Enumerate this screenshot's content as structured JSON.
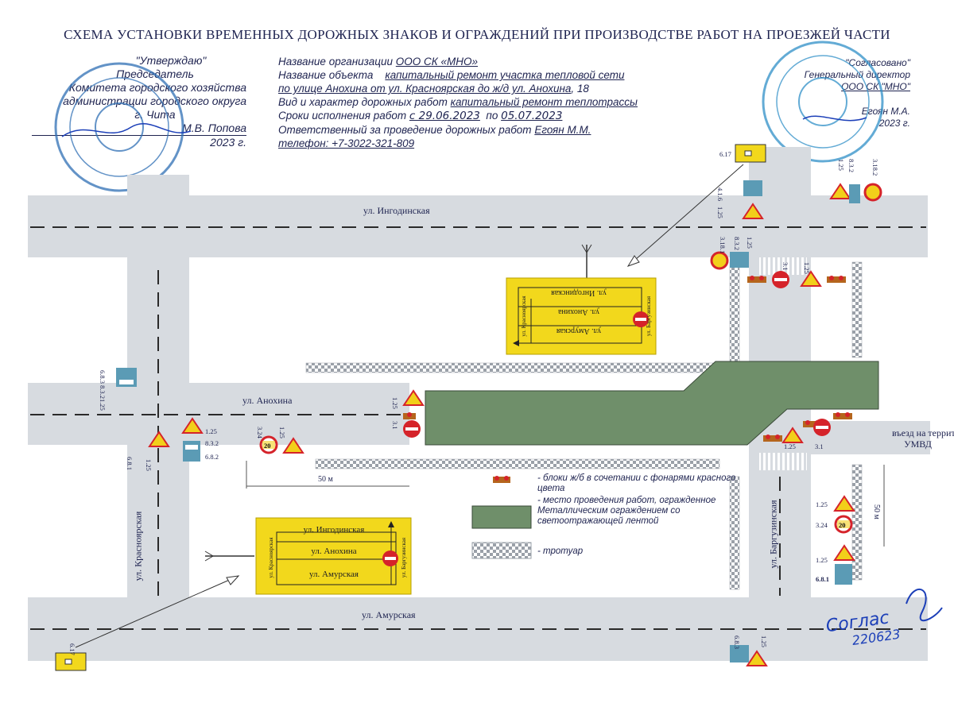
{
  "title": "СХЕМА УСТАНОВКИ ВРЕМЕННЫХ ДОРОЖНЫХ ЗНАКОВ И ОГРАЖДЕНИЙ ПРИ ПРОИЗВОДСТВЕ РАБОТ НА ПРОЕЗЖЕЙ ЧАСТИ",
  "approval": {
    "heading": "\"Утверждаю\"",
    "line1": "Председатель",
    "line2": "Комитета городского хозяйства",
    "line3": "администрации городского округа",
    "line4": "г. Чита",
    "signer": "М.В. Попова",
    "year": "2023 г."
  },
  "agreement": {
    "heading": "\"Согласовано\"",
    "line1": "Генеральный директор",
    "line2": "ООО СК \"МНО\"",
    "signer": "Егоян М.А.",
    "year": "2023 г."
  },
  "info": {
    "org_label": "Название организации",
    "org_value": "ООО СК «МНО»",
    "object_label": "Название объекта",
    "object_value": "капитальный ремонт участка тепловой сети",
    "object_value2": "по улице Анохина от ул. Красноярская до ж/д ул. Анохина",
    "object_value2_tail": ", 18",
    "work_label": "Вид и характер дорожных работ",
    "work_value": "капитальный ремонт теплотрассы",
    "dates_label": "Сроки исполнения работ",
    "date_from": "с 29.06.2023",
    "date_to_label": "по",
    "date_to": "05.07.2023",
    "resp_label": "Ответственный за проведение дорожных работ",
    "resp_value": "Егоян М.М.",
    "phone": "телефон: +7-3022-321-809"
  },
  "streets": {
    "ingodinskaya": "ул. Ингодинская",
    "anokhina": "ул. Анохина",
    "amurskaya": "ул. Амурская",
    "krasnoyarskaya": "ул. Красноярская",
    "barguzinskaya": "ул. Баргузинская"
  },
  "entry": {
    "line1": "въезд на территор",
    "line2": "УМВД"
  },
  "scheme_box_top": {
    "street1": "ул. Ингодинская",
    "street2": "ул. Анохина",
    "street3": "ул. Амурская",
    "side_left": "ул. Красноярская",
    "side_right": "ул. Баргузинская"
  },
  "scheme_box_bottom": {
    "street1": "ул. Ингодинская",
    "street2": "ул. Анохина",
    "street3": "ул. Амурская",
    "side_left": "ул. Красноярская",
    "side_right": "ул. Баргузинская"
  },
  "sign_labels": {
    "s617": "6.17",
    "s416": "4.1.6",
    "s125": "1.25",
    "s832": "8.3.2",
    "s3182": "3.18.2",
    "s3181": "3.18.1",
    "s31": "3.1",
    "s683": "6.8.3",
    "s681": "6.8.1",
    "s682": "6.8.2",
    "s324": "3.24",
    "speed": "20"
  },
  "distances": {
    "d1": "50 м",
    "d2": "50 м"
  },
  "legend": {
    "blocks": "- блоки ж/б в сочетании с фонарями красного цвета",
    "worksite": "- место проведения работ, огражденное Металлическим ограждением со светоотражающей лентой",
    "sidewalk": "- тротуар"
  },
  "handwriting": {
    "signature": "Соглас",
    "date": "220623"
  },
  "colors": {
    "road": "#d7dbe0",
    "worksite": "#6f8f6a",
    "scheme_box": "#f2d81c",
    "sign_red": "#d5232a",
    "sign_yellow": "#f2cf1a",
    "sign_blue": "#5b9bb5",
    "ink": "#1e2350",
    "stamp": "#2f6fb5"
  }
}
